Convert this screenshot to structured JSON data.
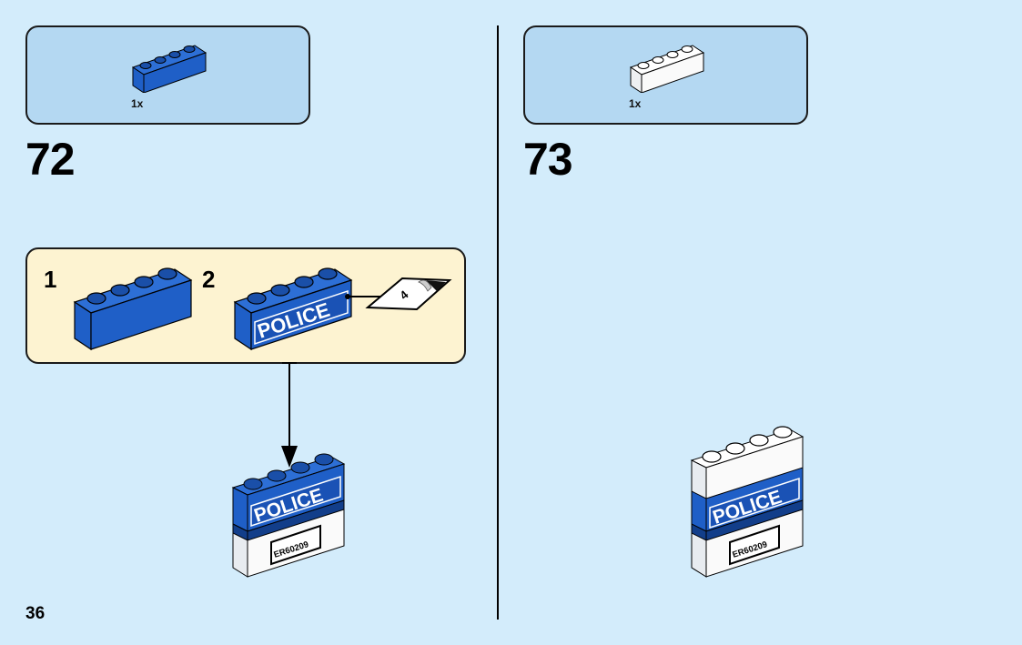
{
  "page": {
    "page_number": "36",
    "background_color": "#d3ecfb"
  },
  "steps": [
    {
      "number": "72",
      "parts": [
        {
          "name": "brick-1x4",
          "color": "blue",
          "color_hex": "#1f5fc7",
          "quantity": "1x"
        }
      ],
      "substeps": [
        {
          "number": "1",
          "description": "blue 1x4 brick"
        },
        {
          "number": "2",
          "description": "apply sticker to brick",
          "sticker_text": "POLICE",
          "sticker_number": "4"
        }
      ],
      "result": {
        "label": "POLICE",
        "plate": "ER60209"
      }
    },
    {
      "number": "73",
      "parts": [
        {
          "name": "brick-1x4",
          "color": "white",
          "color_hex": "#ffffff",
          "quantity": "1x"
        }
      ],
      "result": {
        "label": "POLICE",
        "plate": "ER60209"
      }
    }
  ],
  "colors": {
    "parts_box": "#b4d8f2",
    "substep_box": "#fdf3d1",
    "brick_blue": "#1f5fc7",
    "brick_blue_dark": "#123e8a",
    "brick_white": "#ffffff"
  }
}
